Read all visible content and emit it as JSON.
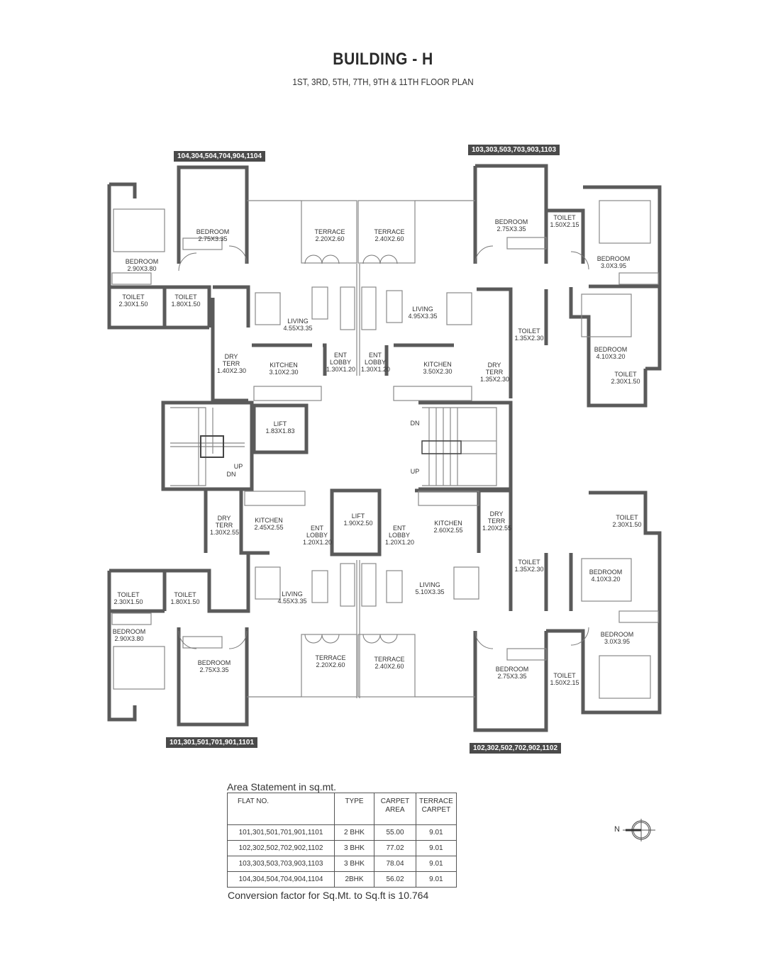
{
  "header": {
    "title": "BUILDING - H",
    "subtitle": "1ST, 3RD, 5TH, 7TH, 9TH & 11TH FLOOR PLAN"
  },
  "unit_tags": {
    "top_left": "104,304,504,704,904,1104",
    "top_right": "103,303,503,703,903,1103",
    "bottom_left": "101,301,501,701,901,1101",
    "bottom_right": "102,302,502,702,902,1102"
  },
  "rooms": {
    "tl_bed1": {
      "name": "BEDROOM",
      "size": "2.90X3.80"
    },
    "tl_bed2": {
      "name": "BEDROOM",
      "size": "2.75X3.35"
    },
    "tl_terrace": {
      "name": "TERRACE",
      "size": "2.20X2.60"
    },
    "tl_toilet1": {
      "name": "TOILET",
      "size": "2.30X1.50"
    },
    "tl_toilet2": {
      "name": "TOILET",
      "size": "1.80X1.50"
    },
    "tl_living": {
      "name": "LIVING",
      "size": "4.55X3.35"
    },
    "tl_dry": {
      "name": "DRY TERR",
      "size": "1.40X2.30"
    },
    "tl_kitchen": {
      "name": "KITCHEN",
      "size": "3.10X2.30"
    },
    "tl_lobby": {
      "name": "ENT LOBBY",
      "size": "1.30X1.20"
    },
    "tr_terrace": {
      "name": "TERRACE",
      "size": "2.40X2.60"
    },
    "tr_bed2": {
      "name": "BEDROOM",
      "size": "2.75X3.35"
    },
    "tr_toilet_small": {
      "name": "TOILET",
      "size": "1.50X2.15"
    },
    "tr_bed3": {
      "name": "BEDROOM",
      "size": "3.0X3.95"
    },
    "tr_living": {
      "name": "LIVING",
      "size": "4.95X3.35"
    },
    "tr_lobby": {
      "name": "ENT LOBBY",
      "size": "1.30X1.20"
    },
    "tr_kitchen": {
      "name": "KITCHEN",
      "size": "3.50X2.30"
    },
    "tr_dry": {
      "name": "DRY TERR",
      "size": "1.35X2.30"
    },
    "tr_toilet2": {
      "name": "TOILET",
      "size": "1.35X2.30"
    },
    "tr_master": {
      "name": "BEDROOM",
      "size": "4.10X3.20"
    },
    "tr_toilet3": {
      "name": "TOILET",
      "size": "2.30X1.50"
    },
    "lift_small": {
      "name": "LIFT",
      "size": "1.83X1.83"
    },
    "lift_large": {
      "name": "LIFT",
      "size": "1.90X2.50"
    },
    "stair_left_up": "UP",
    "stair_left_dn": "DN",
    "stair_right_dn": "DN",
    "stair_right_up": "UP",
    "bl_dry": {
      "name": "DRY TERR",
      "size": "1.30X2.55"
    },
    "bl_kitchen": {
      "name": "KITCHEN",
      "size": "2.45X2.55"
    },
    "bl_lobby": {
      "name": "ENT LOBBY",
      "size": "1.20X1.20"
    },
    "br_lobby": {
      "name": "ENT LOBBY",
      "size": "1.20X1.20"
    },
    "br_kitchen": {
      "name": "KITCHEN",
      "size": "2.60X2.55"
    },
    "br_dry": {
      "name": "DRY TERR",
      "size": "1.20X2.55"
    },
    "bl_toilet1": {
      "name": "TOILET",
      "size": "2.30X1.50"
    },
    "bl_toilet2": {
      "name": "TOILET",
      "size": "1.80X1.50"
    },
    "bl_living": {
      "name": "LIVING",
      "size": "4.55X3.35"
    },
    "br_living": {
      "name": "LIVING",
      "size": "5.10X3.35"
    },
    "br_toilet2": {
      "name": "TOILET",
      "size": "1.35X2.30"
    },
    "br_toilet3": {
      "name": "TOILET",
      "size": "2.30X1.50"
    },
    "br_master": {
      "name": "BEDROOM",
      "size": "4.10X3.20"
    },
    "bl_bed1": {
      "name": "BEDROOM",
      "size": "2.90X3.80"
    },
    "bl_bed2": {
      "name": "BEDROOM",
      "size": "2.75X3.35"
    },
    "bl_terrace": {
      "name": "TERRACE",
      "size": "2.20X2.60"
    },
    "br_terrace": {
      "name": "TERRACE",
      "size": "2.40X2.60"
    },
    "br_bed2": {
      "name": "BEDROOM",
      "size": "2.75X3.35"
    },
    "br_bed3": {
      "name": "BEDROOM",
      "size": "3.0X3.95"
    },
    "br_toilet_small": {
      "name": "TOILET",
      "size": "1.50X2.15"
    }
  },
  "area_statement": {
    "caption": "Area Statement in sq.mt.",
    "headers": [
      "FLAT NO.",
      "TYPE",
      "CARPET AREA",
      "TERRACE CARPET"
    ],
    "rows": [
      [
        "101,301,501,701,901,1101",
        "2 BHK",
        "55.00",
        "9.01"
      ],
      [
        "102,302,502,702,902,1102",
        "3 BHK",
        "77.02",
        "9.01"
      ],
      [
        "103,303,503,703,903,1103",
        "3 BHK",
        "78.04",
        "9.01"
      ],
      [
        "104,304,504,704,904,1104",
        "2BHK",
        "56.02",
        "9.01"
      ]
    ],
    "conversion_note": "Conversion factor for Sq.Mt. to Sq.ft is 10.764"
  },
  "north_arrow": {
    "label": "N"
  },
  "colors": {
    "wall": "#5a5a5a",
    "wall_fill": "#9a9a9a",
    "line": "#777777",
    "tag_bg": "#4a4a4a"
  }
}
